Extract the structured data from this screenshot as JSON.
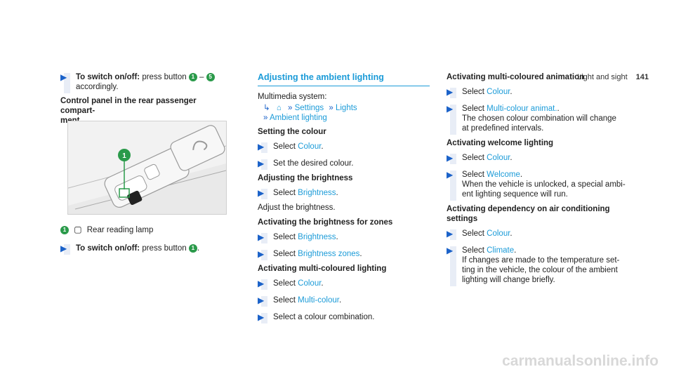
{
  "header": {
    "section": "Light and sight",
    "page": "141"
  },
  "col1": {
    "step1_bold": "To switch on/off:",
    "step1_text": " press button ",
    "step1_range_sep": " – ",
    "step1_end": "accordingly.",
    "btn1": "1",
    "btn5": "5",
    "heading": "Control panel in the rear passenger compartment",
    "heading_line1": "Control panel in the rear passenger compart-",
    "heading_line2": "ment",
    "legend_text": "Rear reading lamp",
    "step2_bold": "To switch on/off:",
    "step2_text": " press button ",
    "step2_end": "."
  },
  "col2": {
    "title": "Adjusting the ambient lighting",
    "ms_label": "Multimedia system:",
    "nav1": "Settings",
    "nav2": "Lights",
    "nav3": "Ambient lighting",
    "h_colour": "Setting the colour",
    "s_select": "Select ",
    "colour": "Colour",
    "set_colour": "Set the desired colour.",
    "h_brightness": "Adjusting the brightness",
    "brightness": "Brightness",
    "adjust_brightness": "Adjust the brightness.",
    "h_zones": "Activating the brightness for zones",
    "brightness_zones": "Brightness zones",
    "h_multi": "Activating multi-coloured lighting",
    "multi_colour": "Multi-colour",
    "combo": "Select a colour combination."
  },
  "col3": {
    "h_anim": "Activating multi-coloured animation",
    "multi_anim": "Multi-colour animat.",
    "anim_desc1": "The chosen colour combination will change",
    "anim_desc2": "at predefined intervals.",
    "h_welcome": "Activating welcome lighting",
    "welcome": "Welcome",
    "welcome_desc1": "When the vehicle is unlocked, a special ambi-",
    "welcome_desc2": "ent lighting sequence will run.",
    "h_ac1": "Activating dependency on air conditioning",
    "h_ac2": "settings",
    "climate": "Climate",
    "climate_desc1": "If changes are made to the temperature set-",
    "climate_desc2": "ting in the vehicle, the colour of the ambient",
    "climate_desc3": "lighting will change briefly."
  },
  "watermark": "carmanualsonline.info",
  "colors": {
    "accent": "#1b9bd8",
    "arrow": "#1b62c9",
    "callout": "#2a9a4a"
  },
  "icons": [
    "play-arrow-icon",
    "return-arrow-icon",
    "home-icon",
    "double-chevron-icon",
    "reading-lamp-icon"
  ]
}
